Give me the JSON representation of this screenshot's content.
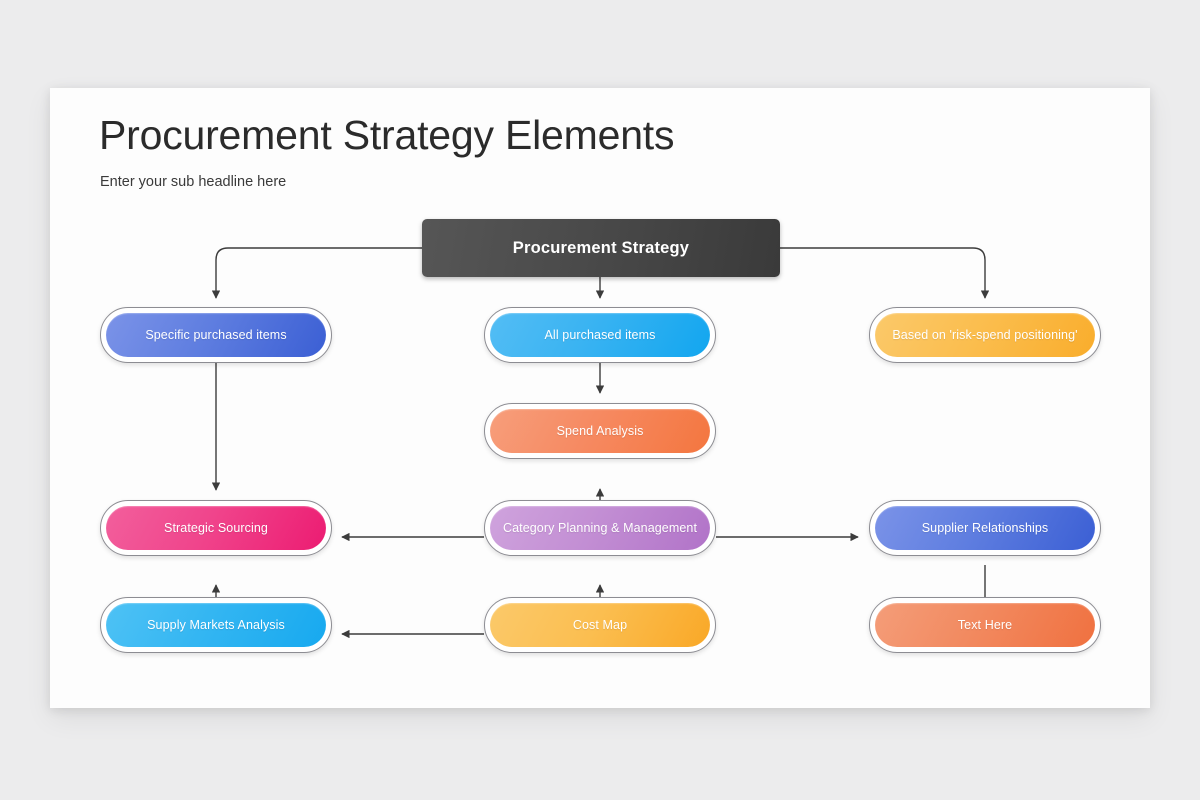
{
  "slide": {
    "title": "Procurement Strategy Elements",
    "subtitle": "Enter your sub headline here"
  },
  "diagram": {
    "root": {
      "label": "Procurement Strategy",
      "color": "#4a4a4a"
    },
    "nodes": [
      {
        "id": "specific-purchased-items",
        "label": "Specific purchased items",
        "color": "#5f7ee0"
      },
      {
        "id": "all-purchased-items",
        "label": "All purchased items",
        "color": "#39b3f2"
      },
      {
        "id": "risk-spend-positioning",
        "label": "Based on 'risk-spend positioning'",
        "color": "#fbbd4d"
      },
      {
        "id": "spend-analysis",
        "label": "Spend Analysis",
        "color": "#f68a62"
      },
      {
        "id": "strategic-sourcing",
        "label": "Strategic Sourcing",
        "color": "#f0458c"
      },
      {
        "id": "category-planning",
        "label": "Category Planning & Management",
        "color": "#c38fd4"
      },
      {
        "id": "supplier-relationships",
        "label": "Supplier Relationships",
        "color": "#5f7ee0"
      },
      {
        "id": "supply-markets-analysis",
        "label": "Supply Markets Analysis",
        "color": "#34b6f2"
      },
      {
        "id": "cost-map",
        "label": "Cost Map",
        "color": "#fbbe50"
      },
      {
        "id": "text-here",
        "label": "Text Here",
        "color": "#f28a60"
      }
    ],
    "connector_color": "#3c3c3c"
  }
}
